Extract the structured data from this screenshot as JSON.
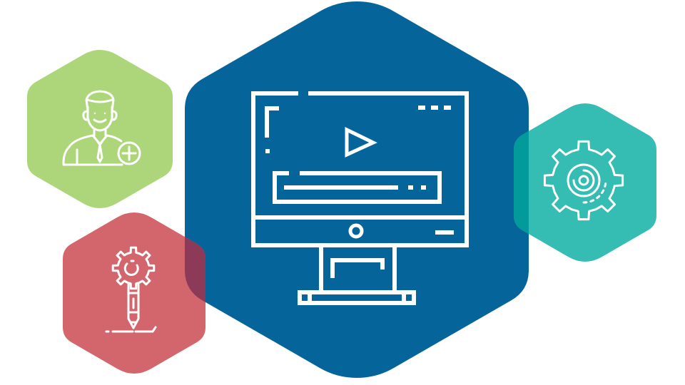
{
  "colors": {
    "background": "#ffffff",
    "blue_hexagon": "#05659b",
    "green_hexagon": "#acd679",
    "red_hexagon": "#d3666c",
    "teal_hexagon": "#36bdb3",
    "icon_stroke": "#ffffff",
    "overlap_red_blue": "#8d3a59",
    "overlap_teal_blue": "#039a9c"
  },
  "hexagons": [
    {
      "name": "blue-hexagon",
      "icon": "monitor-video-player-icon"
    },
    {
      "name": "green-hexagon",
      "icon": "add-user-icon"
    },
    {
      "name": "red-hexagon",
      "icon": "gear-pen-icon"
    },
    {
      "name": "teal-hexagon",
      "icon": "settings-gear-icon"
    }
  ]
}
